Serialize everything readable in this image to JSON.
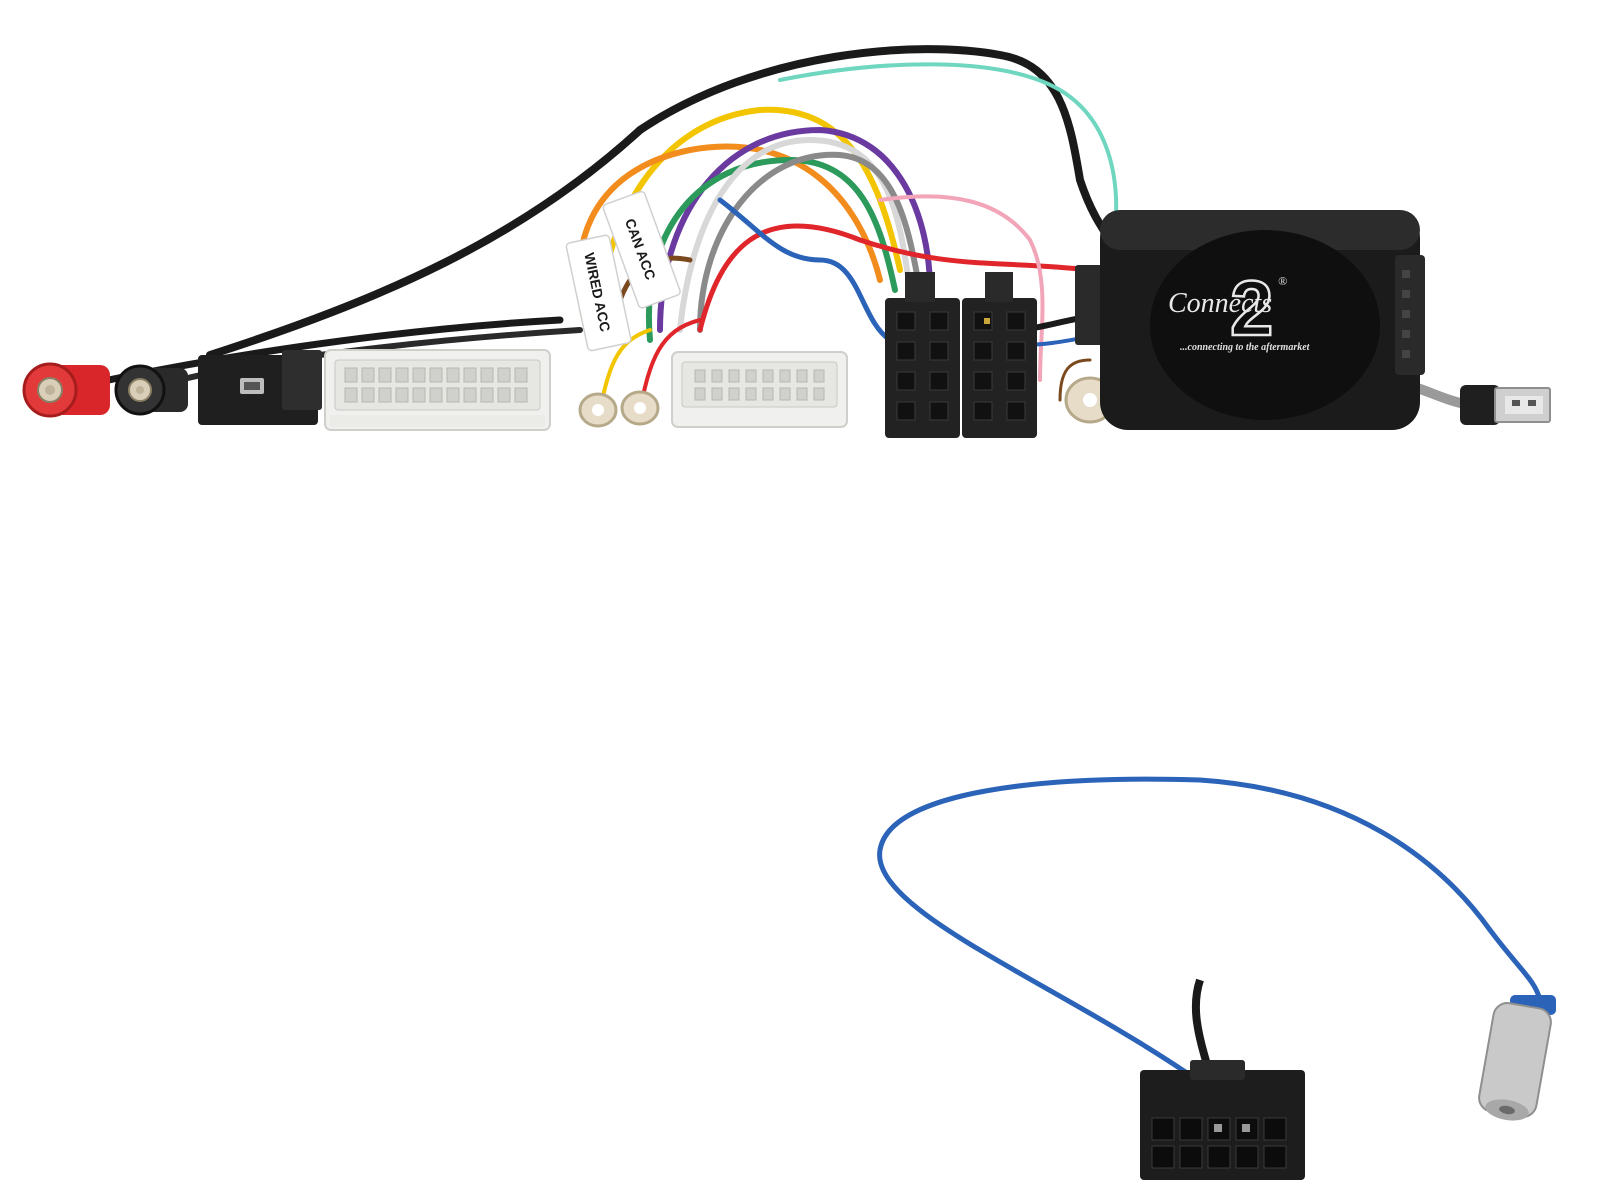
{
  "product": {
    "brand_logo_main": "Connects",
    "brand_logo_number": "2",
    "registered_mark": "®",
    "tagline": "...connecting to the aftermarket",
    "tag_label_1": "CAN ACC",
    "tag_label_2": "WIRED ACC"
  },
  "colors": {
    "background": "#ffffff",
    "module_body": "#1b1b1b",
    "cable_black": "#1a1a1a",
    "connector_white": "#f0f0ee",
    "iso_black": "#222222",
    "rca_red": "#d8262a",
    "wire_blue": "#2b63b8",
    "wire_teal": "#6fd6c0"
  },
  "icons": {
    "usb_plug": "usb-plug-icon",
    "rca_red": "rca-red-plug-icon",
    "rca_black": "rca-black-plug-icon",
    "antenna_plug": "antenna-plug-icon"
  }
}
